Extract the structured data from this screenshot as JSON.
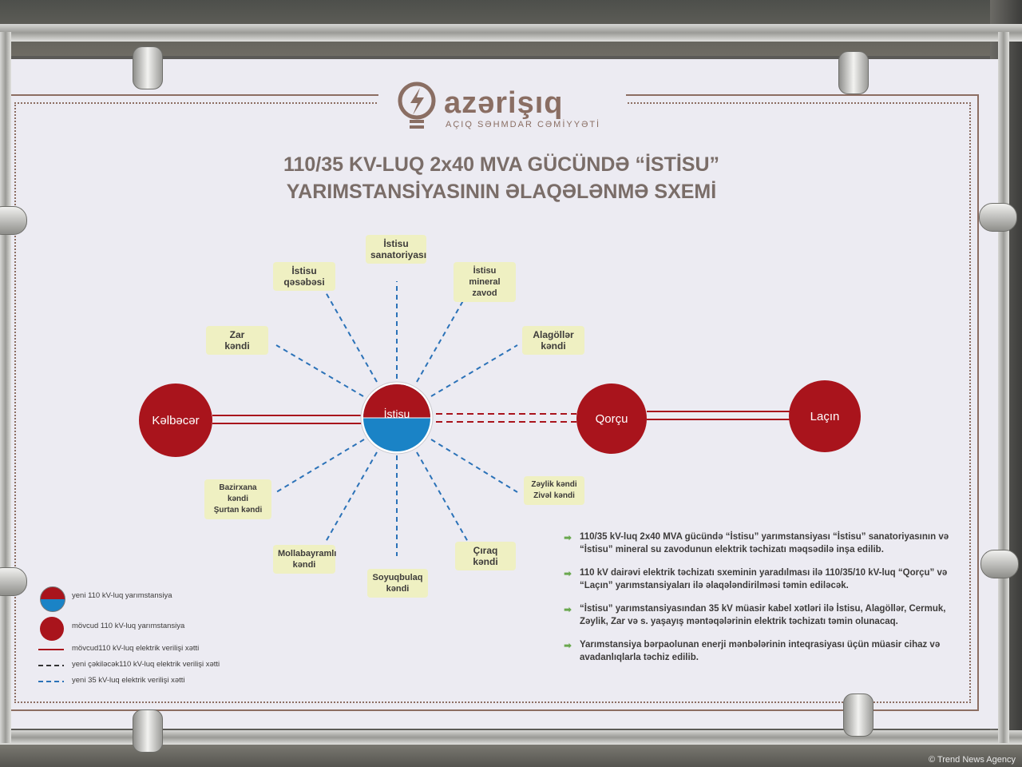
{
  "logo": {
    "name": "azərişıq",
    "subtitle": "AÇIQ SƏHMDAR CƏMİYYƏTİ"
  },
  "title": {
    "line1": "110/35 KV-LUQ 2x40 MVA GÜCÜNDƏ “İSTİSU”",
    "line2": "YARIMSTANSİYASININ ƏLAQƏLƏNMƏ SXEMİ"
  },
  "nodes": {
    "center": "İstisu",
    "kelbecer": "Kəlbəcər",
    "qorcu": "Qorçu",
    "lacin": "Laçın"
  },
  "tags": {
    "sanatoriya": [
      "İstisu",
      "sanatoriyası"
    ],
    "qesebe": [
      "İstisu",
      "qəsəbəsi"
    ],
    "mineral": [
      "İstisu",
      "mineral zavod"
    ],
    "zar": [
      "Zar",
      "kəndi"
    ],
    "alagollar": [
      "Alagöllər",
      "kəndi"
    ],
    "bazirxana": [
      "Bazirxana kəndi",
      "Şurtan kəndi"
    ],
    "zeylik": [
      "Zəylik kəndi",
      "Zivəl kəndi"
    ],
    "mollabayramli": [
      "Mollabayramlı",
      "kəndi"
    ],
    "soyuqbulaq": [
      "Soyuqbulaq",
      "kəndi"
    ],
    "ciraq": [
      "Çıraq",
      "kəndi"
    ]
  },
  "legend": {
    "new_substation": "yeni 110 kV-luq yarımstansiya",
    "existing_substation": "mövcud 110 kV-luq yarımstansiya",
    "existing_line": "mövcud110 kV-luq elektrik verilişi xətti",
    "new_110_line": "yeni çəkiləcək110 kV-luq elektrik verilişi xətti",
    "new_35_line": "yeni 35 kV-luq elektrik verilişi xətti"
  },
  "bullets": [
    "110/35 kV-luq 2x40 MVA gücündə “İstisu” yarımstansiyası “İstisu” sanatoriyasının və “İstisu” mineral su zavodunun elektrik təchizatı məqsədilə inşa edilib.",
    "110 kV dairəvi elektrik təchizatı sxeminin yaradılması ilə 110/35/10 kV-luq “Qorçu” və “Laçın” yarımstansiyaları ilə əlaqələndirilməsi təmin ediləcək.",
    "“İstisu” yarımstansiyasından 35 kV müasir kabel xətləri ilə İstisu, Alagöllər, Cermuk, Zəylik, Zar və s. yaşayış məntəqələrinin elektrik təchizatı təmin olunacaq.",
    "Yarımstansiya bərpaolunan enerji mənbələrinin inteqrasiyası üçün müasir cihaz və avadanlıqlarla təchiz edilib."
  ],
  "watermark": "© Trend News Agency",
  "colors": {
    "substation_red": "#a9141c",
    "new_blue": "#1a83c6",
    "dash_blue": "#2b72b8",
    "tag_fill": "#eff0c2",
    "frame_brown": "#8c6e62"
  }
}
